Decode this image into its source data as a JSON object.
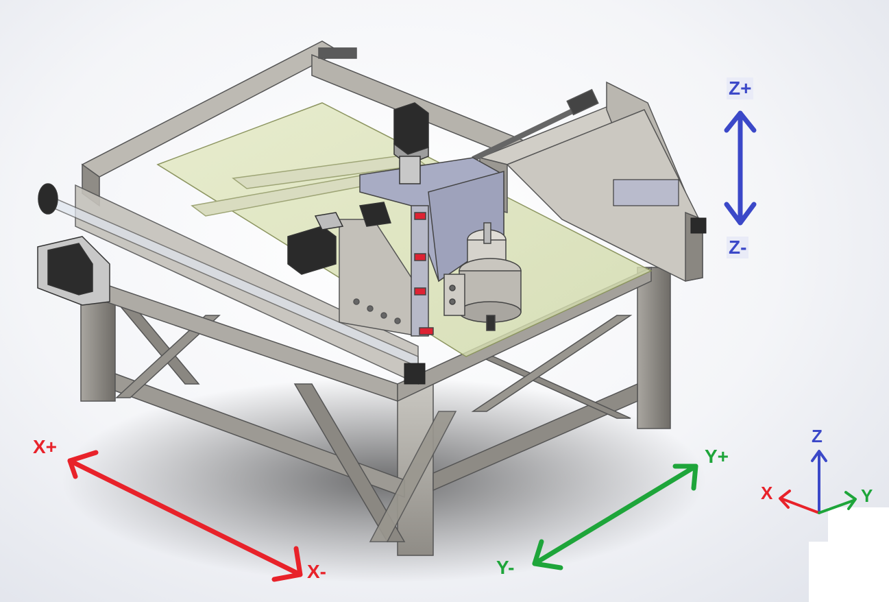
{
  "labels": {
    "x_plus": "X+",
    "x_minus": "X-",
    "y_plus": "Y+",
    "y_minus": "Y-",
    "z_plus": "Z+",
    "z_minus": "Z-"
  },
  "triad": {
    "x": "X",
    "y": "Y",
    "z": "Z"
  },
  "colors": {
    "x_axis": "#e8222a",
    "y_axis": "#1ea53a",
    "z_axis": "#3b48c8"
  }
}
